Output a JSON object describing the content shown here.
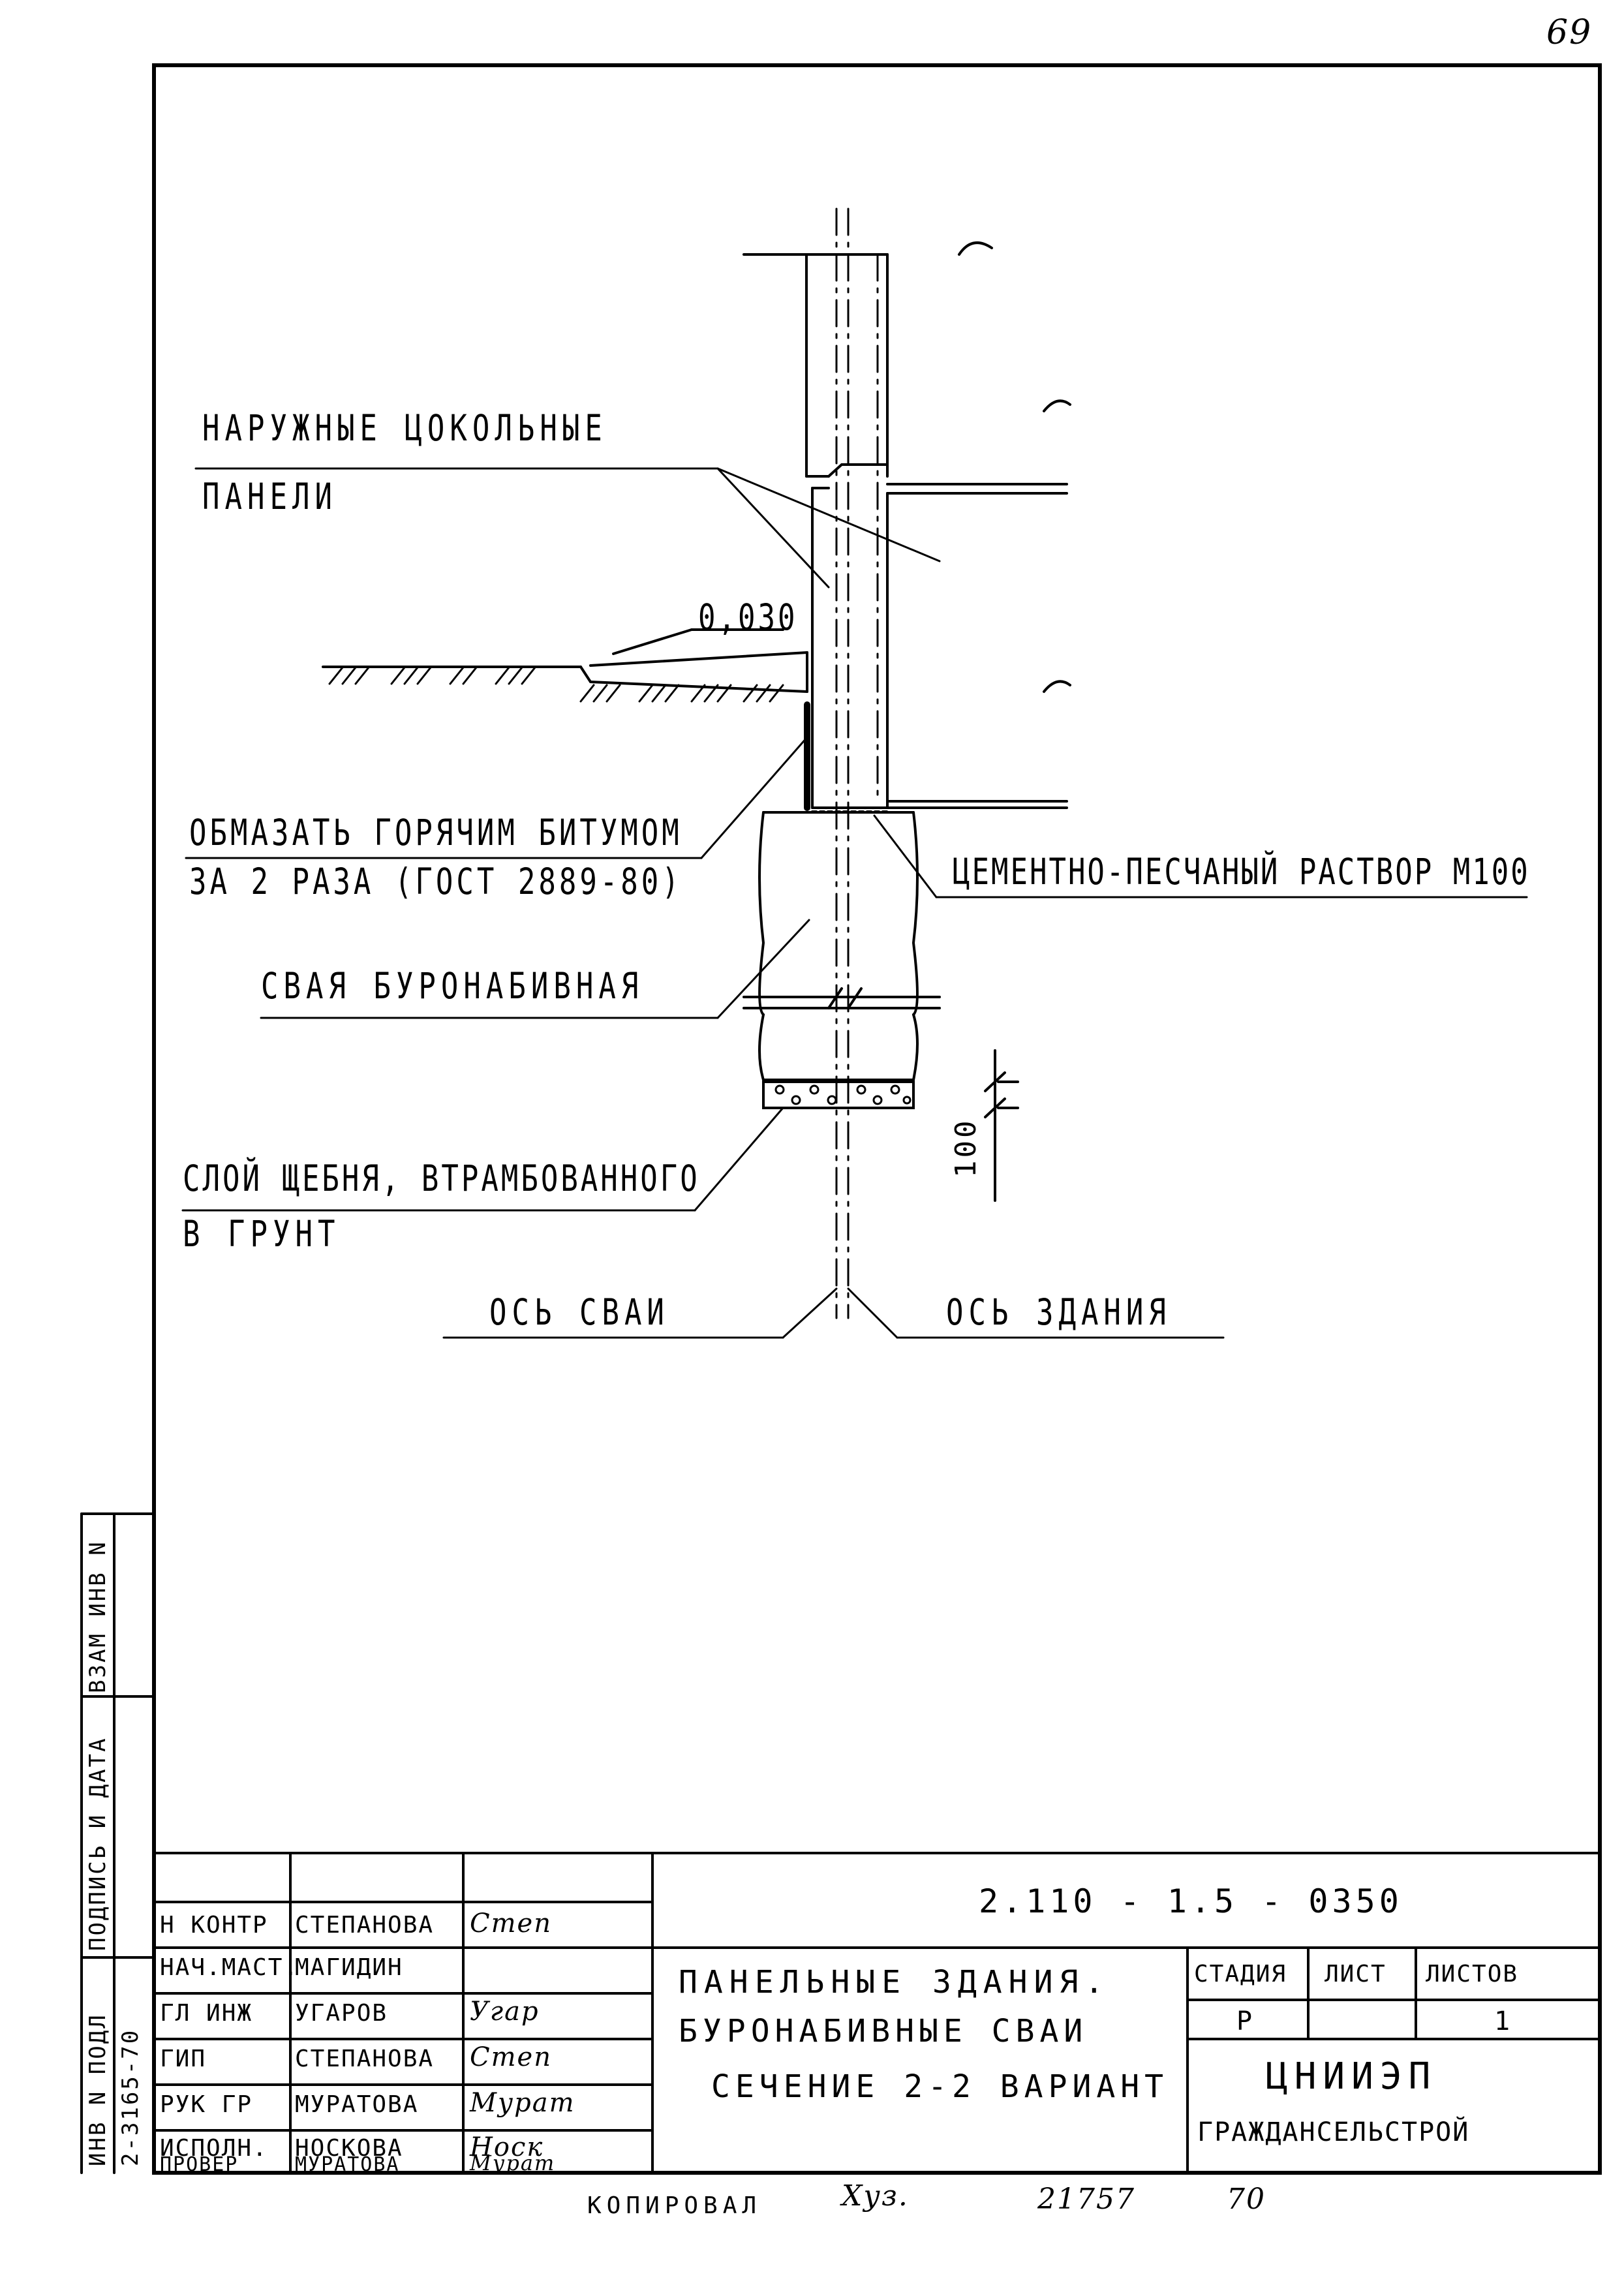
{
  "page_number": "69",
  "labels": {
    "outer_panels_line1": "НАРУЖНЫЕ ЦОКОЛЬНЫЕ",
    "outer_panels_line2": "ПАНЕЛИ",
    "level_mark": "0,030",
    "bitumen_line1": "ОБМАЗАТЬ ГОРЯЧИМ БИТУМОМ",
    "bitumen_line2": "ЗА 2 РАЗА (ГОСТ 2889-80)",
    "mortar": "ЦЕМЕНТНО-ПЕСЧАНЫЙ РАСТВОР М100",
    "pile": "СВАЯ БУРОНАБИВНАЯ",
    "gravel_line1": "СЛОЙ ЩЕБНЯ, ВТРАМБОВАННОГО",
    "gravel_line2": "В ГРУНТ",
    "dimension": "100",
    "pile_axis": "ОСЬ СВАИ",
    "building_axis": "ОСЬ ЗДАНИЯ"
  },
  "margin_stamp": {
    "inv_podl": "ИНВ N ПОДЛ",
    "inv_podl_value": "2-3165-70",
    "podpis_data": "ПОДПИСЬ И ДАТА",
    "vzam_inv": "ВЗАМ ИНВ N"
  },
  "title_block": {
    "drawing_code": "2.110 - 1.5 - 0350",
    "title_line1": "ПАНЕЛЬНЫЕ ЗДАНИЯ.",
    "title_line2": "БУРОНАБИВНЫЕ СВАИ",
    "title_line3": "СЕЧЕНИЕ 2-2 ВАРИАНТ",
    "stage_header": "СТАДИЯ",
    "sheet_header": "ЛИСТ",
    "sheets_header": "ЛИСТОВ",
    "stage_value": "Р",
    "sheet_value": "",
    "sheets_value": "1",
    "org_name": "ЦНИИЭП",
    "org_sub": "ГРАЖДАНСЕЛЬСТРОЙ",
    "signers": [
      {
        "role": "Н КОНТР",
        "name": "СТЕПАНОВА",
        "sign": "Степ"
      },
      {
        "role": "НАЧ.МАСТ.",
        "name": "МАГИДИН",
        "sign": ""
      },
      {
        "role": "ГЛ ИНЖ",
        "name": "УГАРОВ",
        "sign": "Угар"
      },
      {
        "role": "ГИП",
        "name": "СТЕПАНОВА",
        "sign": "Степ"
      },
      {
        "role": "РУК ГР",
        "name": "МУРАТОВА",
        "sign": "Мурат"
      },
      {
        "role": "ИСПОЛН.",
        "name": "НОСКОВА",
        "sign": "Носк"
      },
      {
        "role": "ПРОВЕР",
        "name": "МУРАТОВА",
        "sign": "Мурат"
      }
    ]
  },
  "footer": {
    "copied": "КОПИРОВАЛ",
    "copied_sign": "Хуз.",
    "number": "21757",
    "year": "70"
  }
}
